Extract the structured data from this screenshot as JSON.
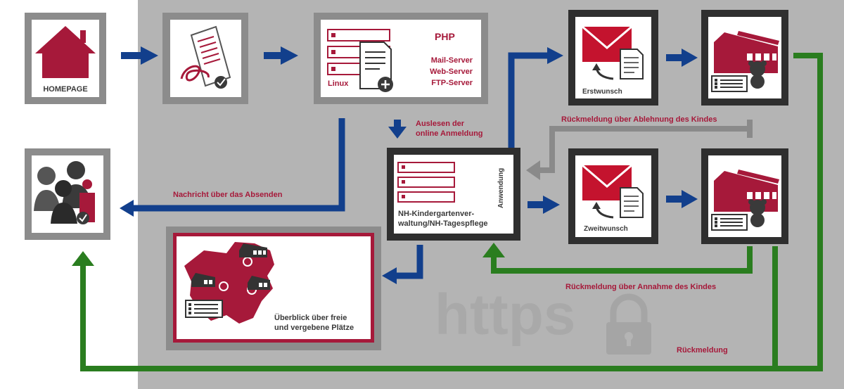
{
  "nodes": {
    "homepage": "HOMEPAGE",
    "server_php": "PHP",
    "server_services": [
      "Mail-Server",
      "Web-Server",
      "FTP-Server"
    ],
    "server_os": "Linux",
    "app_side": "Anwendung",
    "app_name_line1": "NH-Kindergartenver-",
    "app_name_line2": "waltung/NH-Tagespflege",
    "first_choice": "Erstwunsch",
    "second_choice": "Zweitwunsch",
    "overview_line1": "Überblick über freie",
    "overview_line2": "und vergebene Plätze"
  },
  "edges": {
    "read_line1": "Auslesen der",
    "read_line2": "online Anmeldung",
    "message_sent": "Nachricht über das Absenden",
    "rejection": "Rückmeldung über Ablehnung des Kindes",
    "acceptance": "Rückmeldung über Annahme des Kindes",
    "feedback": "Rückmeldung"
  },
  "watermark": "https",
  "colors": {
    "arrow_blue": "#123f8c",
    "arrow_green": "#2a7d1f",
    "arrow_gray": "#8a8a8a",
    "accent_red": "#a6193a",
    "panel_gray": "#b4b4b4"
  }
}
